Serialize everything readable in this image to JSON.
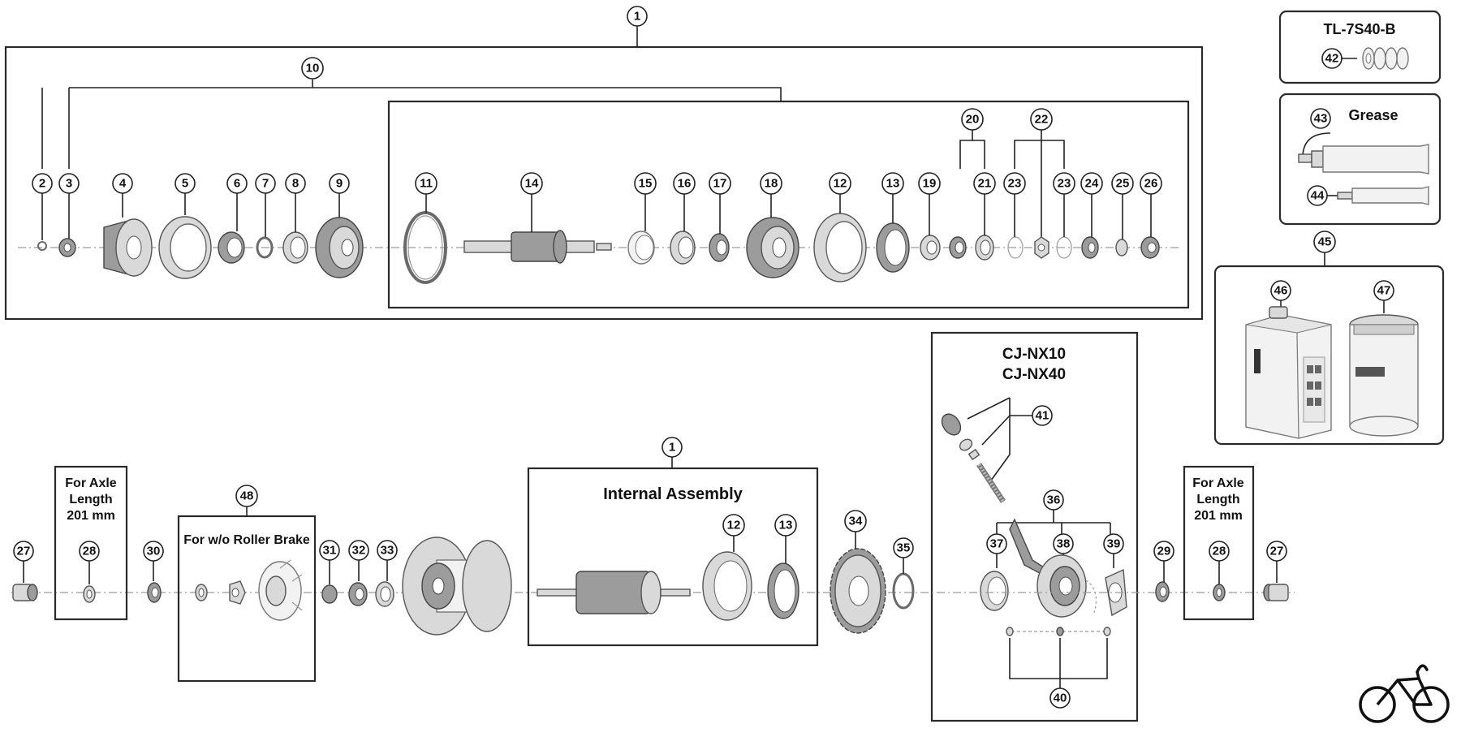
{
  "part_labels": {
    "p1a": "1",
    "p1b": "1",
    "p2": "2",
    "p3": "3",
    "p4": "4",
    "p5": "5",
    "p6": "6",
    "p7": "7",
    "p8": "8",
    "p9": "9",
    "p10": "10",
    "p11": "11",
    "p12a": "12",
    "p12b": "12",
    "p13a": "13",
    "p13b": "13",
    "p14": "14",
    "p15": "15",
    "p16": "16",
    "p17": "17",
    "p18": "18",
    "p19": "19",
    "p20": "20",
    "p21": "21",
    "p22": "22",
    "p23a": "23",
    "p23b": "23",
    "p24": "24",
    "p25": "25",
    "p26": "26",
    "p27a": "27",
    "p27b": "27",
    "p28a": "28",
    "p28b": "28",
    "p29": "29",
    "p30": "30",
    "p31": "31",
    "p32": "32",
    "p33": "33",
    "p34": "34",
    "p35": "35",
    "p36": "36",
    "p37": "37",
    "p38": "38",
    "p39": "39",
    "p40": "40",
    "p41": "41",
    "p42": "42",
    "p43": "43",
    "p44": "44",
    "p45": "45",
    "p46": "46",
    "p47": "47",
    "p48": "48"
  },
  "box_titles": {
    "tool": "TL-7S40-B",
    "grease": "Grease",
    "cj_line1": "CJ-NX10",
    "cj_line2": "CJ-NX40",
    "internal": "Internal Assembly",
    "axle_left_1": "For Axle",
    "axle_left_2": "Length",
    "axle_left_3": "201 mm",
    "axle_right_1": "For Axle",
    "axle_right_2": "Length",
    "axle_right_3": "201 mm",
    "roller": "For w/o Roller Brake"
  },
  "icons": {
    "logo": "bicycle-icon"
  }
}
